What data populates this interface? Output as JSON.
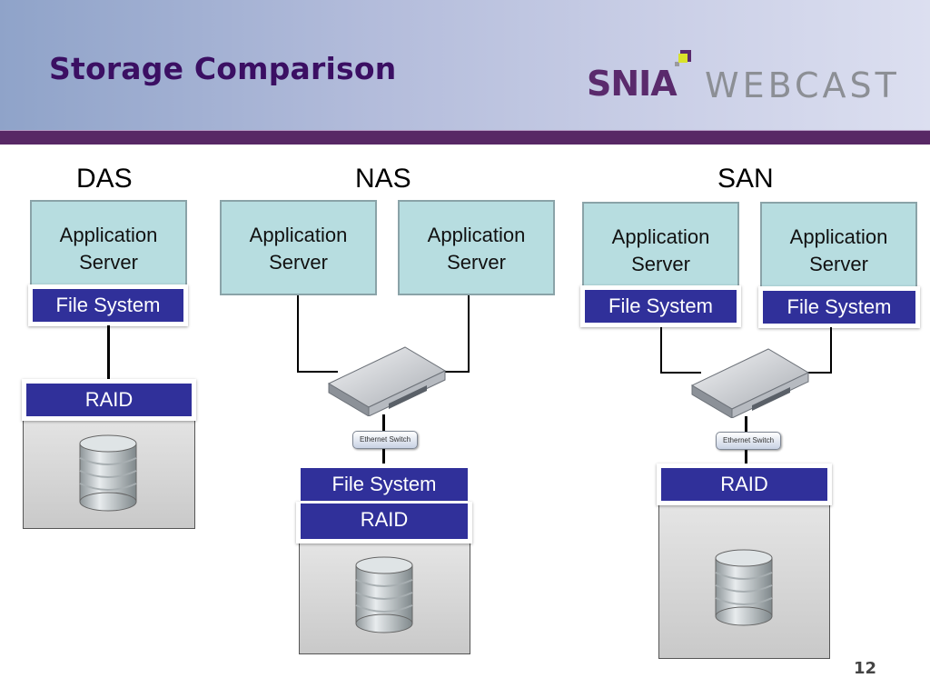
{
  "slide": {
    "title": "Storage Comparison",
    "page_number": "12",
    "logo": {
      "brand": "SNIA",
      "product": "WEBCAST"
    },
    "colors": {
      "title": "#3b0f63",
      "header_bar": "#582865",
      "app_server_fill": "#b7dde0",
      "layer_fill": "#30309a",
      "storage_fill": "#d9d9d9"
    }
  },
  "diagram": {
    "das": {
      "label": "DAS",
      "server": {
        "line1": "Application",
        "line2": "Server",
        "layer": "File System"
      },
      "storage": {
        "layers": [
          "RAID"
        ],
        "icon": "disk-stack-icon"
      }
    },
    "nas": {
      "label": "NAS",
      "servers": [
        {
          "line1": "Application",
          "line2": "Server"
        },
        {
          "line1": "Application",
          "line2": "Server"
        }
      ],
      "switch": {
        "label": "Ethernet Switch",
        "icon": "ethernet-switch-icon"
      },
      "storage": {
        "layers": [
          "File System",
          "RAID"
        ],
        "icon": "disk-stack-icon"
      }
    },
    "san": {
      "label": "SAN",
      "servers": [
        {
          "line1": "Application",
          "line2": "Server",
          "layer": "File System"
        },
        {
          "line1": "Application",
          "line2": "Server",
          "layer": "File System"
        }
      ],
      "switch": {
        "label": "Ethernet Switch",
        "icon": "ethernet-switch-icon"
      },
      "storage": {
        "layers": [
          "RAID"
        ],
        "icon": "disk-stack-icon"
      }
    }
  }
}
